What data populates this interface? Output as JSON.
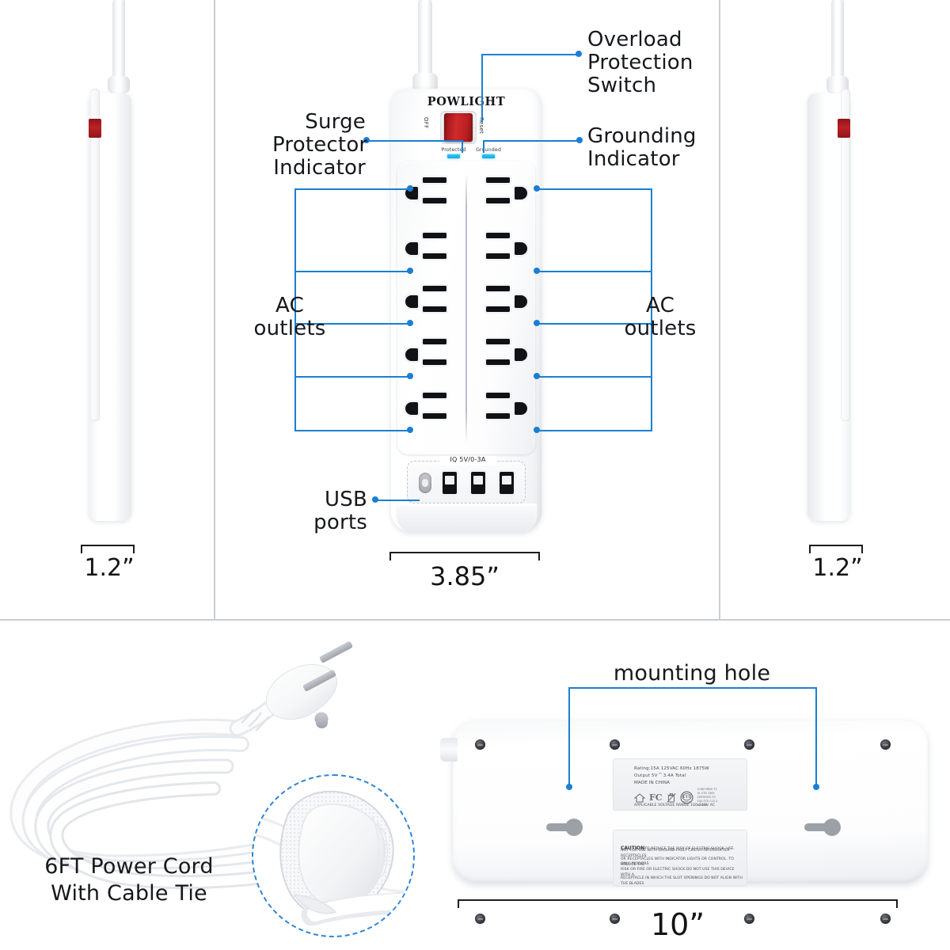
{
  "product": {
    "brand": "POWLIGHT",
    "switch": {
      "off_label": "OFF",
      "reset_label": "Reset"
    },
    "indicators": [
      {
        "name": "protected",
        "label": "Protected",
        "color": "#12a9e0"
      },
      {
        "name": "grounded",
        "label": "Grounded",
        "color": "#12a9e0"
      }
    ],
    "usb": {
      "caption": "IQ 5V/0-3A",
      "usb_c_label": "USB C",
      "usb_a_count": 3
    },
    "outlet_rows": 5,
    "outlet_columns": 2,
    "outlet_total": 10
  },
  "callouts": {
    "overload": "Overload\nProtection\nSwitch",
    "surge": "Surge\nProtector\nIndicator",
    "grounding": "Grounding\nIndicator",
    "ac_left": "AC\noutlets",
    "ac_right": "AC\noutlets",
    "usb_ports": "USB ports",
    "mounting_hole": "mounting hole",
    "cord": "6FT Power Cord\nWith Cable Tie"
  },
  "dimensions": {
    "left_width": "1.2”",
    "front_width": "3.85”",
    "right_width": "1.2”",
    "underside_length": "10”"
  },
  "underside": {
    "rating_label": {
      "line1": "Rating:15A 125VAC 60Hz 1875W",
      "line2": "Output 5V ⏞ 3.4A Total",
      "line3": "MADE IN CHINA",
      "line4": "APPLICABLE VOLTAGE RANGE 100-240V AC",
      "marks": [
        "house-icon",
        "FC",
        "wee-bin-icon",
        "ETL"
      ],
      "etl_note": "CONFORMS TO\nUL STD 1363\nCERTIFIED TO\nCSA STD C22.2\nNO.366"
    },
    "caution_label": {
      "word": "CAUTION",
      "lines": [
        "TO REDUCE THE RISK OF ELECTRIC SHOCK, USE ONLY INDOORS",
        "NOT FOR USE WITH GROUND-FAULT CIRCUIT-INTERRUPTER RECEPTACLES",
        "OR RECEPTACLES WITH INDICATOR LIGHTS OR CONTROL. TO REDUCE THE",
        "RISK OR FIRE OR ELECTRIC SHOCK.DO NOT USE THIS DEVICE WITH A",
        "RECEPTACLE IN WHICH THE SLOT OPENINGS DO NOT ALIGN WITH THE BLADES"
      ]
    },
    "screw_count": 8,
    "mounting_hole_count": 2
  },
  "colors": {
    "callout_blue": "#1a7fd4",
    "switch_red": "#b81f22",
    "led_cyan": "#12a9e0",
    "divider_gray": "#c9ccd4",
    "body_white": "#ffffff"
  }
}
